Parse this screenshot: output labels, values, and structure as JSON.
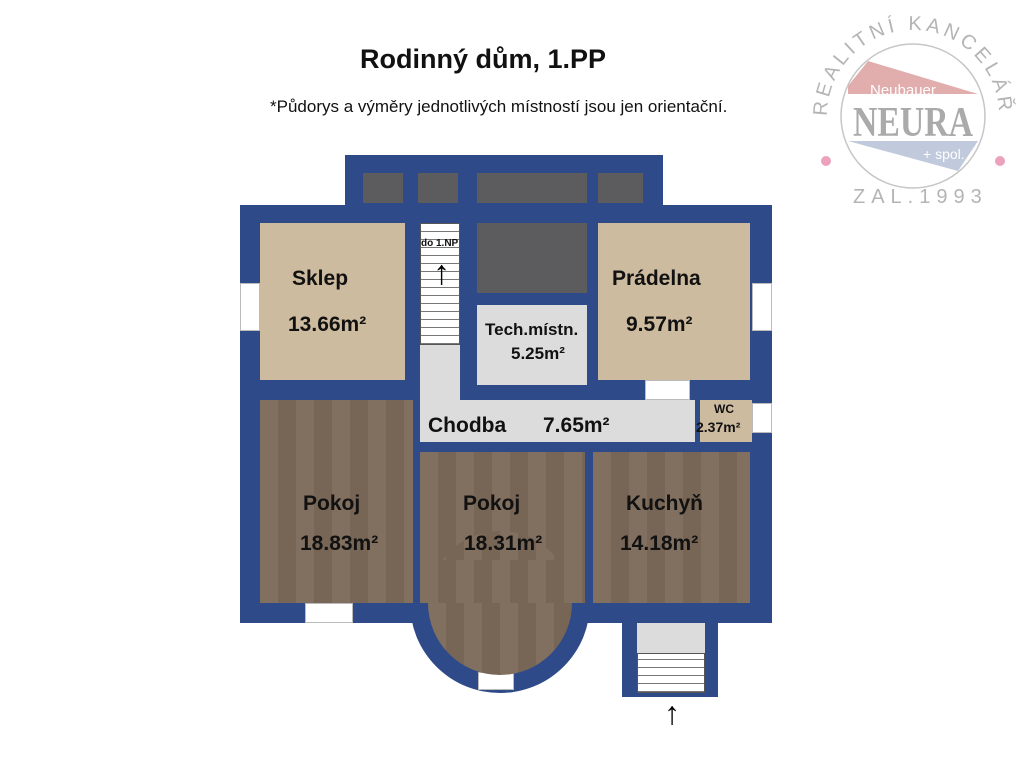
{
  "title": "Rodinný dům, 1.PP",
  "subtitle": "*Půdorys a výměry jednotlivých místností jsou jen orientační.",
  "logo": {
    "ring_text": "REALITNÍ KANCELÁŘ",
    "top": "Neubauer",
    "main": "NEURA",
    "bottom": "+ spol.",
    "est": "ZAL.1993"
  },
  "rooms": {
    "sklep": {
      "name": "Sklep",
      "area": "13.66m²"
    },
    "stairs": {
      "name": "do 1.NP"
    },
    "tech": {
      "name": "Tech.místn.",
      "area": "5.25m²"
    },
    "pradelna": {
      "name": "Prádelna",
      "area": "9.57m²"
    },
    "chodba": {
      "name": "Chodba",
      "area": "7.65m²"
    },
    "wc": {
      "name": "WC",
      "area": "2.37m²"
    },
    "pokoj1": {
      "name": "Pokoj",
      "area": "18.83m²"
    },
    "pokoj2": {
      "name": "Pokoj",
      "area": "18.31m²"
    },
    "kuchyn": {
      "name": "Kuchyň",
      "area": "14.18m²"
    }
  },
  "entrance_arrow": "↑"
}
